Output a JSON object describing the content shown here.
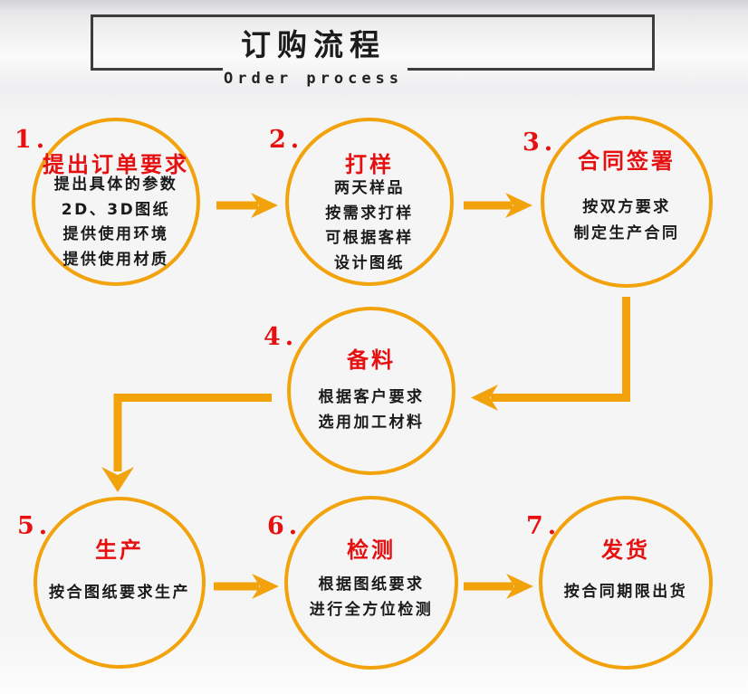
{
  "header": {
    "title": "订购流程",
    "subtitle": "Order process"
  },
  "steps": [
    {
      "number": "1.",
      "title": "提出订单要求",
      "lines": [
        "提出具体的参数",
        "2D、3D图纸",
        "提供使用环境",
        "提供使用材质"
      ]
    },
    {
      "number": "2.",
      "title": "打样",
      "lines": [
        "两天样品",
        "按需求打样",
        "可根据客样",
        "设计图纸"
      ]
    },
    {
      "number": "3.",
      "title": "合同签署",
      "lines": [
        "按双方要求",
        "制定生产合同"
      ]
    },
    {
      "number": "4.",
      "title": "备料",
      "lines": [
        "根据客户要求",
        "选用加工材料"
      ]
    },
    {
      "number": "5.",
      "title": "生产",
      "lines": [
        "按合图纸要求生产"
      ]
    },
    {
      "number": "6.",
      "title": "检测",
      "lines": [
        "根据图纸要求",
        "进行全方位检测"
      ]
    },
    {
      "number": "7.",
      "title": "发货",
      "lines": [
        "按合同期限出货"
      ]
    }
  ],
  "flow": {
    "order": [
      "1",
      "2",
      "3",
      "4",
      "5",
      "6",
      "7"
    ],
    "connectors": [
      "1→2",
      "2→3",
      "3→4 (down-left elbow)",
      "4→5 (left-down elbow)",
      "5→6",
      "6→7"
    ]
  },
  "colors": {
    "accent_orange": "#F2A20B",
    "step_red": "#E61010",
    "body_text": "#1A1A1A",
    "header_border": "#3C3C3C",
    "background_top": "#D2D2D5",
    "background_main": "#F5F5F6"
  }
}
